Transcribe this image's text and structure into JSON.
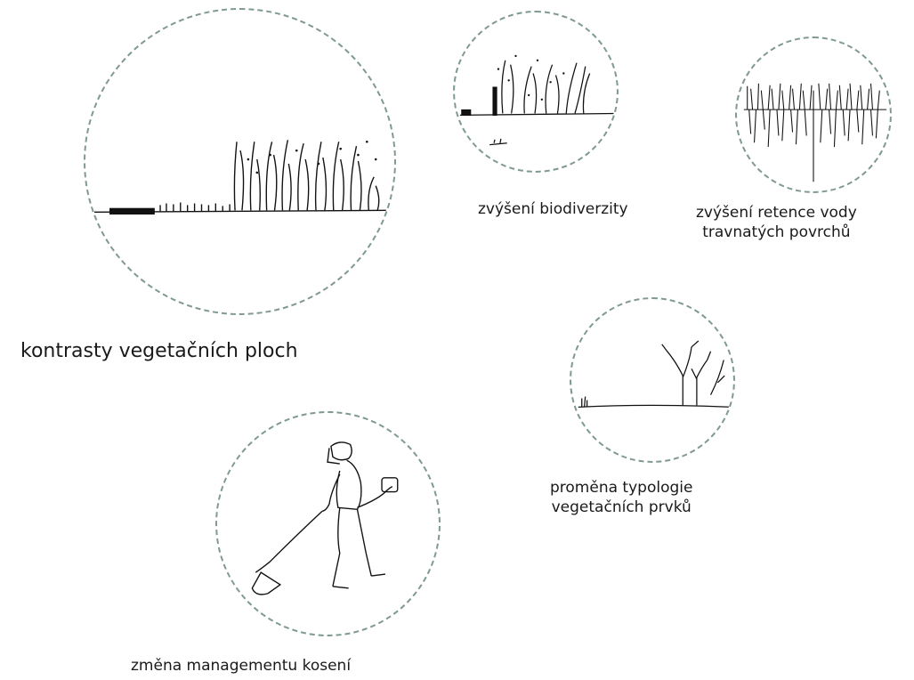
{
  "labels": {
    "contrasts": "kontrasty vegetačních ploch",
    "biodiversity": "zvýšení biodiverzity",
    "retention_line1": "zvýšení retence vody",
    "retention_line2": "travnatých povrchů",
    "typology_line1": "proměna typologie",
    "typology_line2": "vegetačních prvků",
    "mowing": "změna managementu kosení"
  },
  "colors": {
    "circle_border": "#7f9a8f",
    "sketch_ink": "#111111"
  }
}
